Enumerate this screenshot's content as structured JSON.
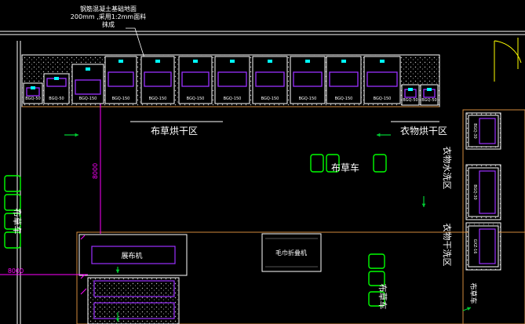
{
  "annotation": {
    "lines": [
      "钢筋混凝土基础地面",
      "200mm ,采用1:2mm面料",
      "抹成"
    ]
  },
  "machines": {
    "top_row": [
      "BGQ-50",
      "BGQ-50",
      "BGQ-150",
      "BGQ-150",
      "BGQ-150",
      "BGQ-150",
      "BGQ-150",
      "BGQ-150",
      "BGQ-150",
      "BGQ-150",
      "BGQ-150",
      "BGQ-50",
      "BGQ-50"
    ],
    "right_column": [
      "BGQ-30",
      "BGQ-30",
      "GXZ-16"
    ]
  },
  "zones": {
    "cloth_drying": "布草烘干区",
    "clothes_drying": "衣物烘干区",
    "cloth_cart": "布草车",
    "clothes_washing": "衣物水洗区",
    "clothes_dry_cleaning": "衣物干洗区",
    "cart_left": "布草车",
    "cart_right": "布草车",
    "towel_folder": "毛巾折叠机",
    "spreader": "展布机",
    "bottom_right": "布草车"
  },
  "dimensions": {
    "vertical": "8000",
    "horizontal": "8000"
  },
  "colors": {
    "background": "#000000",
    "wall": "#ffffff",
    "machine_outline": "#9b30ff",
    "cart": "#00ff00",
    "dimension": "#ff00ff",
    "arrow": "#00cc33",
    "accent": "#00ffff",
    "frame_orange": "#d28a3c",
    "door_yellow": "#ffff00"
  }
}
